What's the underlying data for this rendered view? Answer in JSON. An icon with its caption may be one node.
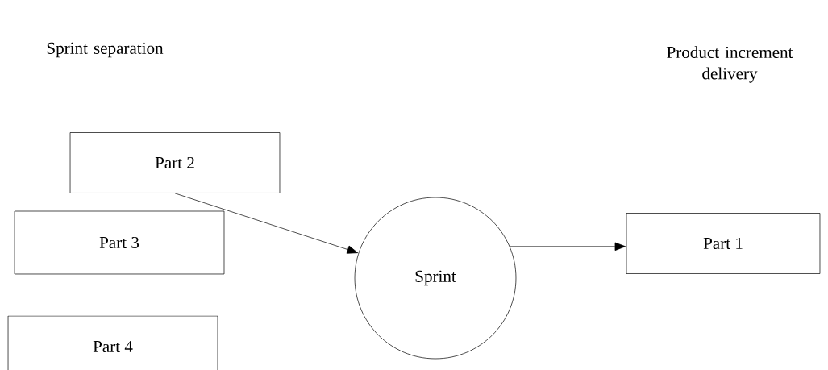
{
  "diagram": {
    "nodes": [
      {
        "text": [
          "Part 2"
        ]
      },
      {
        "text": [
          "Part 3"
        ]
      },
      {
        "text": [
          "Sprint"
        ]
      },
      {
        "text": [
          "Part 1"
        ]
      },
      {
        "text": [
          "Part 4"
        ]
      }
    ],
    "edges": [
      {
        "from": 0,
        "to": 2,
        "arrow": "to"
      },
      {
        "from": 2,
        "to": 3,
        "arrow": "to"
      }
    ],
    "labels": [
      "Sprint separation",
      "Product increment delivery"
    ]
  }
}
